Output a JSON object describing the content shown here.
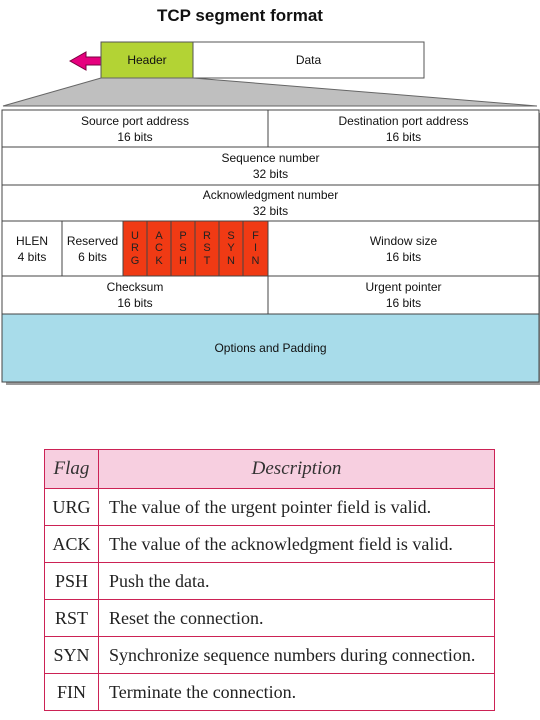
{
  "title": "TCP segment format",
  "top_bar": {
    "header": "Header",
    "data": "Data"
  },
  "row1": {
    "source_port": {
      "name": "Source port address",
      "size": "16 bits"
    },
    "dest_port": {
      "name": "Destination port address",
      "size": "16 bits"
    }
  },
  "row2": {
    "name": "Sequence number",
    "size": "32 bits"
  },
  "row3": {
    "name": "Acknowledgment number",
    "size": "32 bits"
  },
  "row4": {
    "hlen": {
      "name": "HLEN",
      "size": "4 bits"
    },
    "reserved": {
      "name": "Reserved",
      "size": "6 bits"
    },
    "flags": [
      {
        "letters": [
          "U",
          "R",
          "G"
        ]
      },
      {
        "letters": [
          "A",
          "C",
          "K"
        ]
      },
      {
        "letters": [
          "P",
          "S",
          "H"
        ]
      },
      {
        "letters": [
          "R",
          "S",
          "T"
        ]
      },
      {
        "letters": [
          "S",
          "Y",
          "N"
        ]
      },
      {
        "letters": [
          "F",
          "I",
          "N"
        ]
      }
    ],
    "window": {
      "name": "Window size",
      "size": "16 bits"
    }
  },
  "row5": {
    "checksum": {
      "name": "Checksum",
      "size": "16 bits"
    },
    "urgent": {
      "name": "Urgent pointer",
      "size": "16 bits"
    }
  },
  "options": "Options and Padding",
  "flag_table": {
    "headers": [
      "Flag",
      "Description"
    ],
    "rows": [
      {
        "flag": "URG",
        "desc": "The value of the urgent pointer field is valid."
      },
      {
        "flag": "ACK",
        "desc": "The value of the acknowledgment field is valid."
      },
      {
        "flag": "PSH",
        "desc": "Push the data."
      },
      {
        "flag": "RST",
        "desc": "Reset the connection."
      },
      {
        "flag": "SYN",
        "desc": "Synchronize sequence numbers during connection."
      },
      {
        "flag": "FIN",
        "desc": "Terminate the connection."
      }
    ]
  },
  "colors": {
    "header_green": "#b3d334",
    "flag_red": "#f03a14",
    "options_blue": "#a8dcea",
    "arrow_magenta": "#e6007e",
    "table_header_pink": "#f7cfe0",
    "table_border": "#cc2255"
  }
}
